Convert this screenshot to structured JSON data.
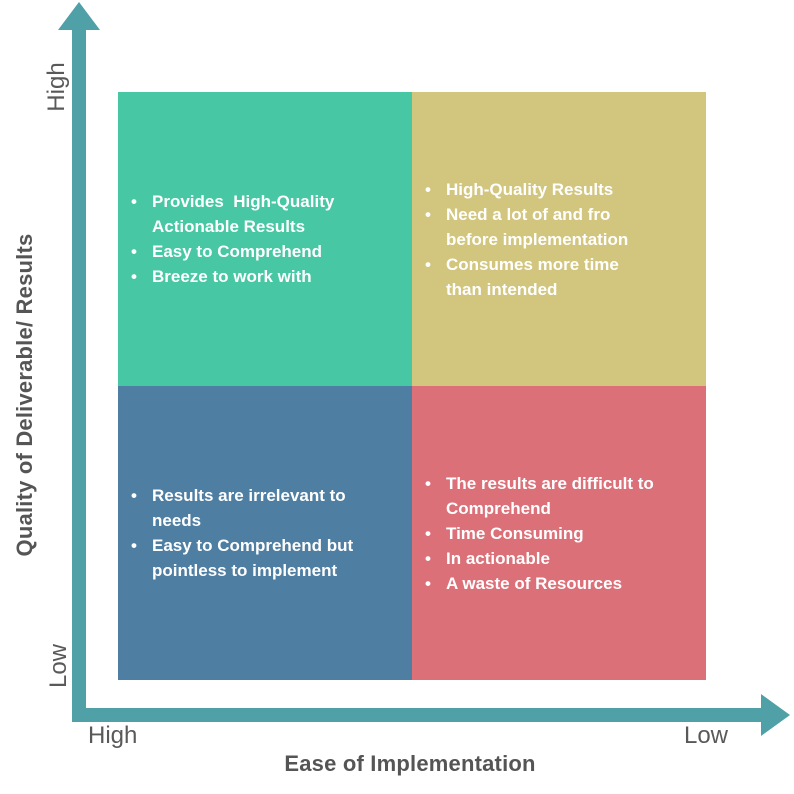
{
  "figure": {
    "type": "2x2 quadrant matrix",
    "background": "#ffffff"
  },
  "axes": {
    "color": "#4FA0A7",
    "end_label_color": "#595959",
    "title_color": "#555555",
    "y": {
      "title": "Quality of Deliverable/ Results",
      "high_label": "High",
      "low_label": "Low"
    },
    "x": {
      "title": "Ease of Implementation",
      "high_label": "High",
      "low_label": "Low"
    }
  },
  "quadrants": [
    {
      "position": "top-left",
      "color": "#47C7A4",
      "text_color": "#ffffff",
      "bullets": [
        "Provides  High-Quality Actionable Results",
        "Easy to Comprehend",
        "Breeze to work with"
      ]
    },
    {
      "position": "top-right",
      "color": "#D2C57E",
      "text_color": "#ffffff",
      "bullets": [
        "High-Quality Results",
        "Need a lot of and fro before implementation",
        "Consumes more time than intended"
      ]
    },
    {
      "position": "bottom-left",
      "color": "#4F7EA3",
      "text_color": "#ffffff",
      "bullets": [
        "Results are irrelevant to needs",
        "Easy to Comprehend but pointless to implement"
      ]
    },
    {
      "position": "bottom-right",
      "color": "#DB7078",
      "text_color": "#ffffff",
      "bullets": [
        "The results are difficult to Comprehend",
        "Time Consuming",
        "In actionable",
        "A waste of Resources"
      ]
    }
  ]
}
